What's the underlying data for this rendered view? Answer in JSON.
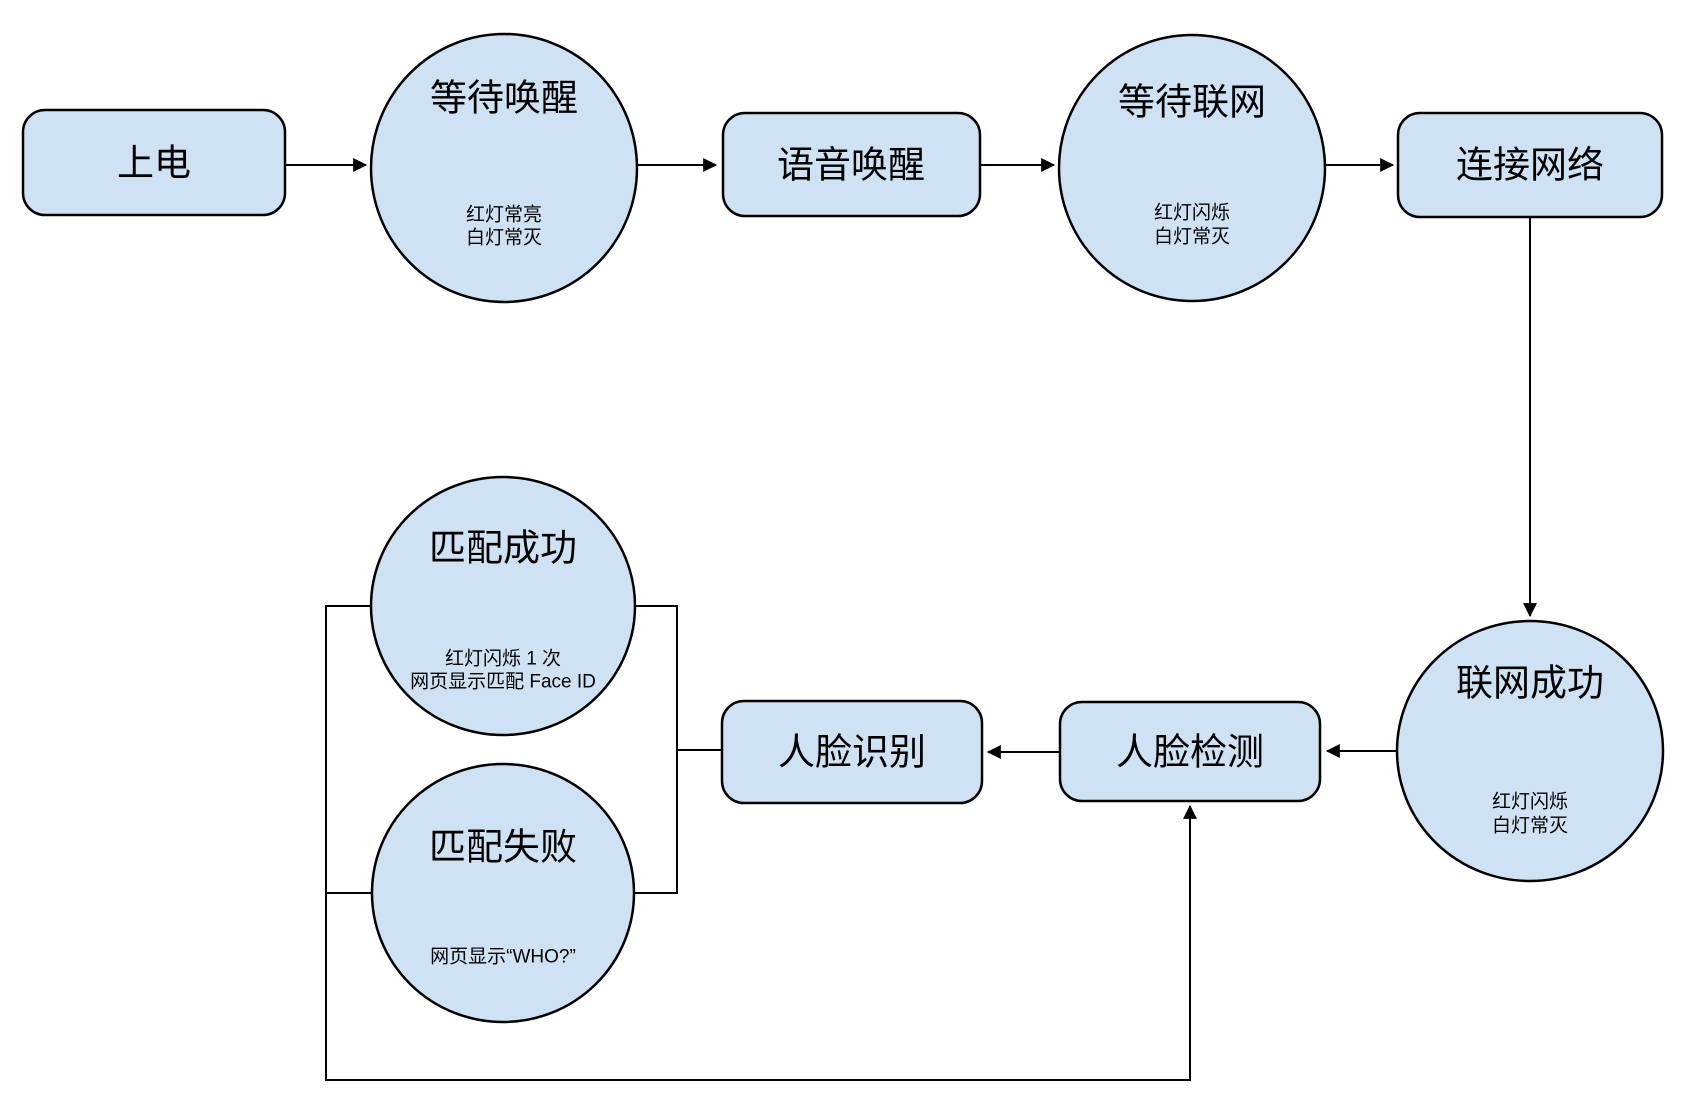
{
  "diagram": {
    "colors": {
      "background": "#ffffff",
      "node_fill": "#cfe2f3",
      "node_stroke": "#000000",
      "edge": "#000000"
    },
    "nodes": {
      "power_on": {
        "label": "上电"
      },
      "wait_wake": {
        "label": "等待唤醒",
        "sub1": "红灯常亮",
        "sub2": "白灯常灭"
      },
      "voice_wake": {
        "label": "语音唤醒"
      },
      "wait_network": {
        "label": "等待联网",
        "sub1": "红灯闪烁",
        "sub2": "白灯常灭"
      },
      "connect_network": {
        "label": "连接网络"
      },
      "network_success": {
        "label": "联网成功",
        "sub1": "红灯闪烁",
        "sub2": "白灯常灭"
      },
      "face_detect": {
        "label": "人脸检测"
      },
      "face_recognize": {
        "label": "人脸识别"
      },
      "match_success": {
        "label": "匹配成功",
        "sub1": "红灯闪烁 1 次",
        "sub2": "网页显示匹配 Face ID"
      },
      "match_fail": {
        "label": "匹配失败",
        "sub1": "网页显示“WHO?”"
      }
    }
  }
}
